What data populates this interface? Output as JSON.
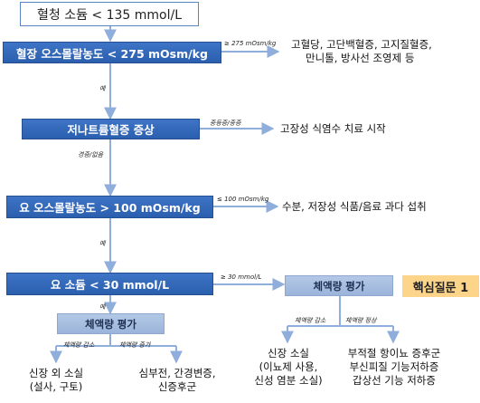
{
  "nodes": {
    "serum_na": "혈청 소듐 < 135 mmol/L",
    "plasma_osm": "혈장 오스몰랄농도 < 275 mOsm/kg",
    "symptoms": "저나트륨혈증 증상",
    "urine_osm": "요 오스몰랄농도 > 100 mOsm/kg",
    "urine_na": "요 소듐 < 30 mmol/L",
    "volume_left": "체액량 평가",
    "volume_right": "체액량 평가",
    "core_question": "핵심질문 1"
  },
  "outcomes": {
    "hyperosmolar": [
      "고혈당, 고단백혈증, 고지질혈증,",
      "만니톨, 방사선 조영제 등"
    ],
    "hypertonic_saline": "고장성 식염수 치료 시작",
    "excess_intake": "수분, 저장성 식품/음료 과다 섭취",
    "extrarenal_loss": [
      "신장 외 소실",
      "(설사, 구토)"
    ],
    "edema_states": [
      "심부전, 간경변증,",
      "신증후군"
    ],
    "renal_loss": [
      "신장 소실",
      "(이뇨제 사용,",
      "신성 염분 소실)"
    ],
    "siad_group": [
      "부적절 항이뇨 증후군",
      "부신피질 기능저하증",
      "갑상선 기능 저하증"
    ]
  },
  "edge_labels": {
    "osm_ge_275": "≥ 275 mOsm/kg",
    "yes_1": "예",
    "moderate_severe": "중등증/중증",
    "mild_none": "경증/없음",
    "osm_le_100": "≤ 100 mOsm/kg",
    "yes_2": "예",
    "na_ge_30": "≥ 30 mmol/L",
    "yes_3": "예",
    "vol_decrease_left": "체액량 감소",
    "vol_increase": "체액량 증가",
    "vol_decrease_right": "체액량 감소",
    "vol_normal": "체액량 정상"
  },
  "colors": {
    "dark_box": "#2f65b5",
    "light_box": "#a9bfe2",
    "outline_box_border": "#5b86c4",
    "core_box": "#fcd48a",
    "connector": "#8faedb"
  }
}
